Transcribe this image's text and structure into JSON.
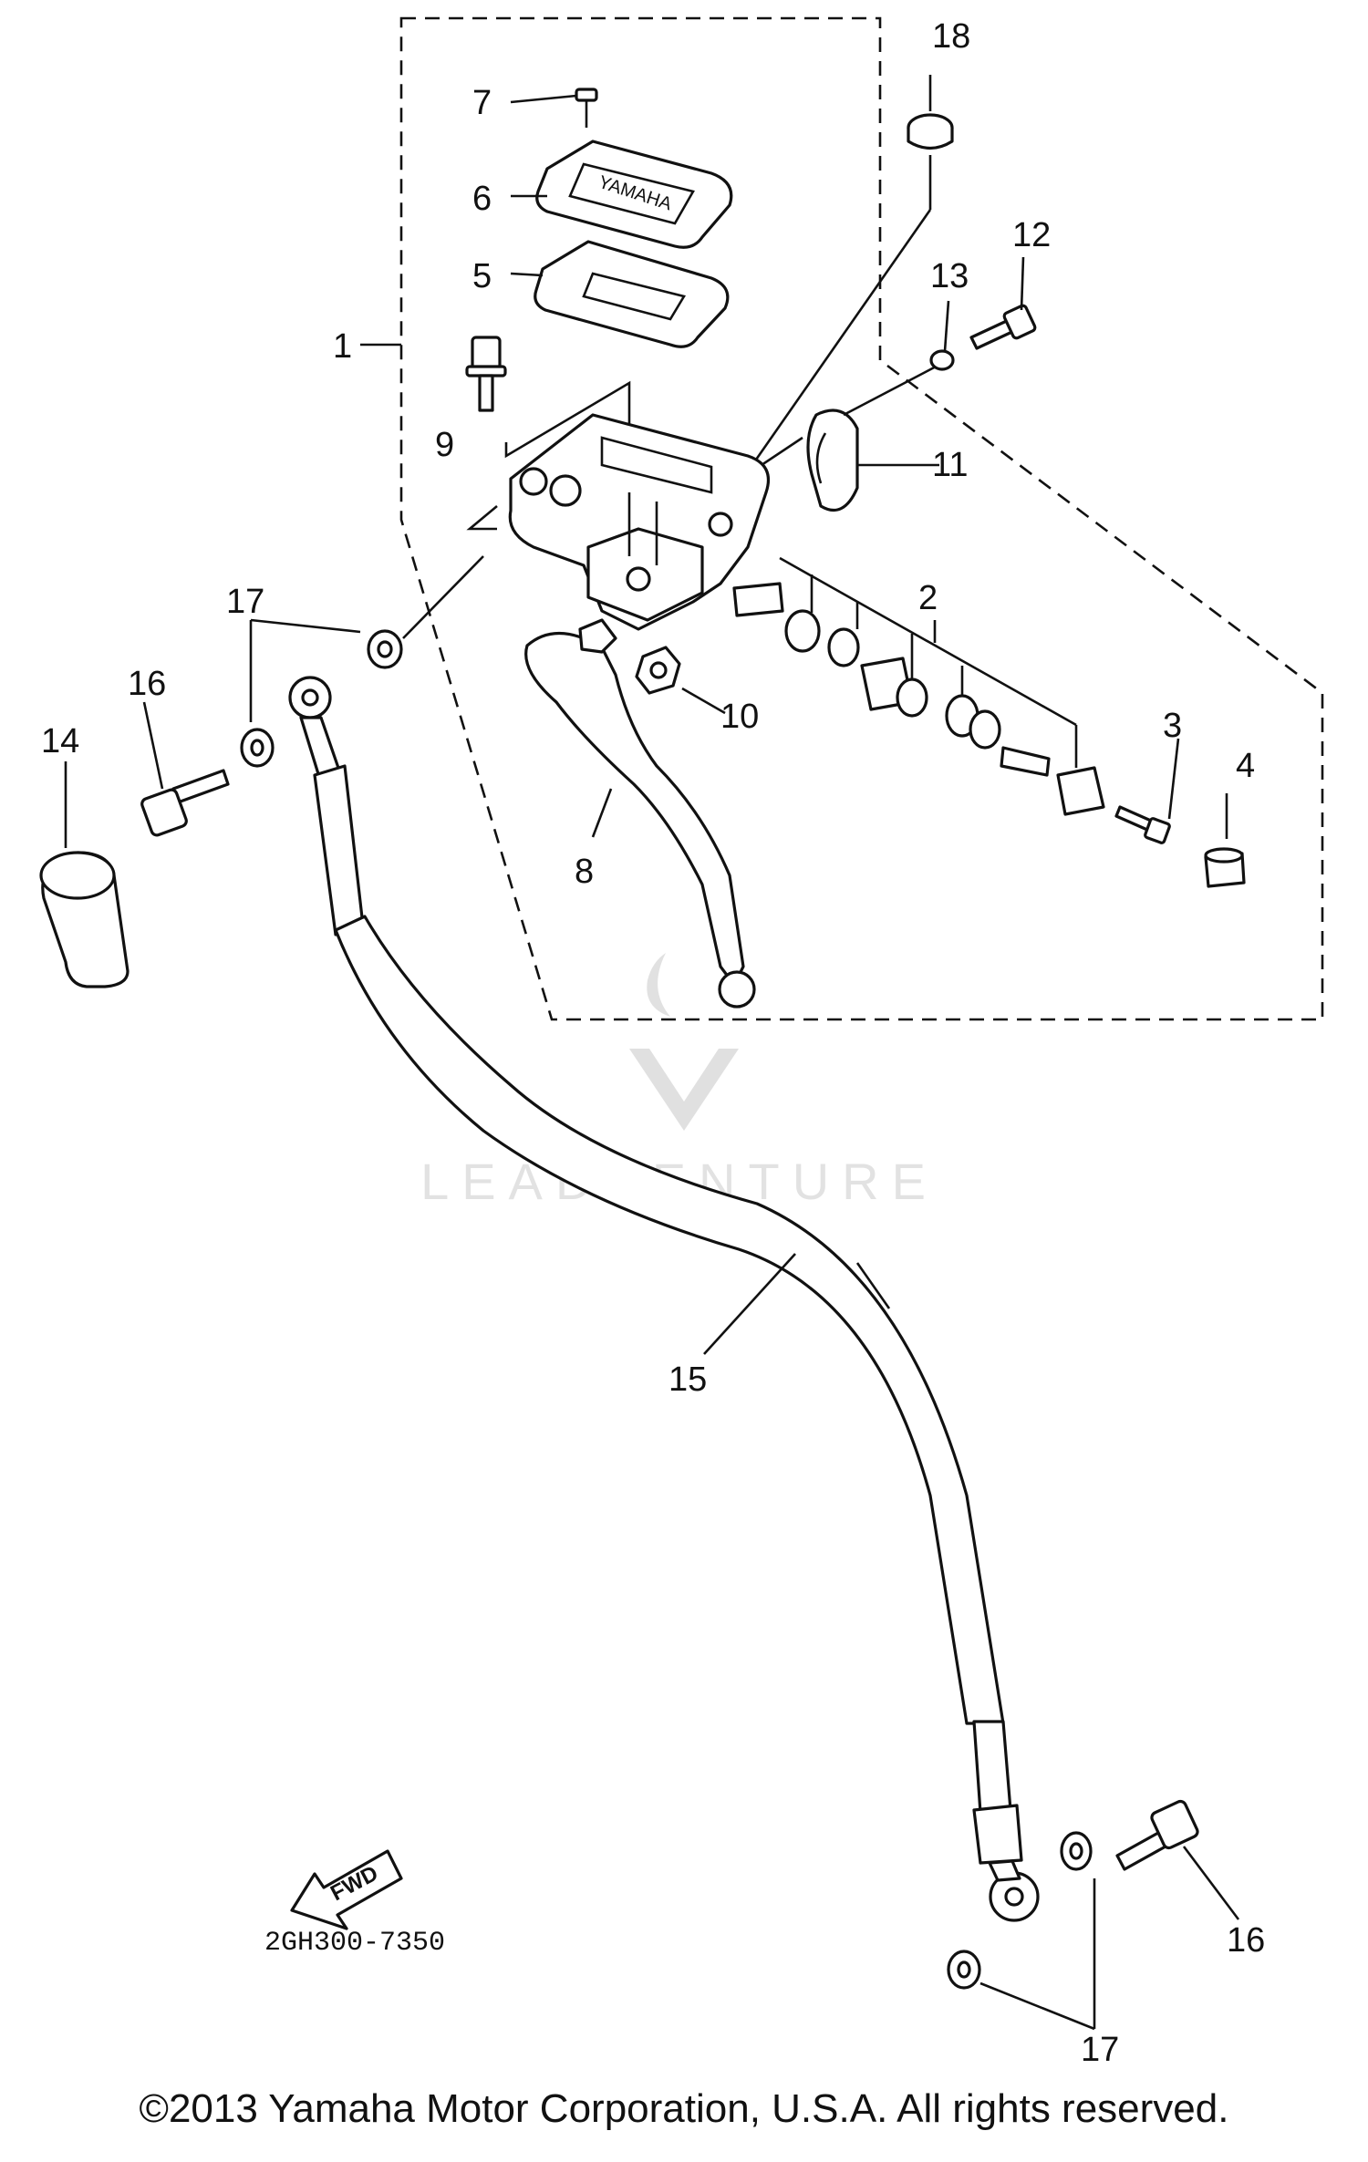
{
  "diagram": {
    "callouts": [
      "1",
      "2",
      "3",
      "4",
      "5",
      "6",
      "7",
      "8",
      "9",
      "10",
      "11",
      "12",
      "13",
      "14",
      "15",
      "16",
      "16",
      "17",
      "17",
      "18"
    ],
    "fwd_label": "FWD",
    "drawing_code": "2GH300-7350",
    "watermark": "LEADVENTURE",
    "copyright": "©2013 Yamaha Motor Corporation, U.S.A. All rights reserved."
  }
}
